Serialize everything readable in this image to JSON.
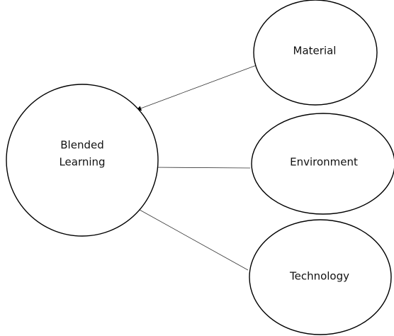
{
  "diagram": {
    "nodes": {
      "blended_learning": {
        "line1": "Blended",
        "line2": "Learning"
      },
      "material": {
        "label": "Material"
      },
      "environment": {
        "label": "Environment"
      },
      "technology": {
        "label": "Technology"
      }
    },
    "edges": [
      {
        "from": "Material",
        "to": "Blended Learning"
      },
      {
        "from": "Environment",
        "to": "Blended Learning"
      },
      {
        "from": "Technology",
        "to": "Blended Learning"
      }
    ],
    "watermark": {
      "icon": "university-seal-icon"
    }
  }
}
